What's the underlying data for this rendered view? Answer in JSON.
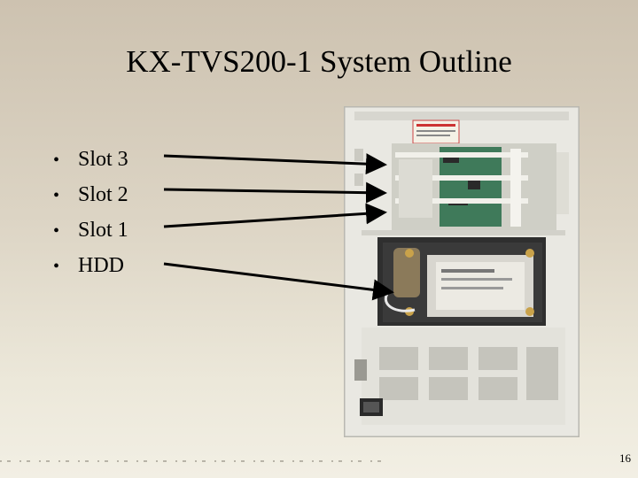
{
  "slide": {
    "title": "KX-TVS200-1 System Outline",
    "bullets": [
      "Slot 3",
      "Slot 2",
      "Slot 1",
      "HDD"
    ],
    "page_number": "16"
  },
  "photo": {
    "subject": "KX-TVS200-1 unit interior with card slots and hard disk drive",
    "colors": {
      "chassis": "#e9e8e2",
      "board": "#3f7a5a",
      "hdd": "#d8d6cf",
      "dark": "#2a2a2a"
    }
  }
}
